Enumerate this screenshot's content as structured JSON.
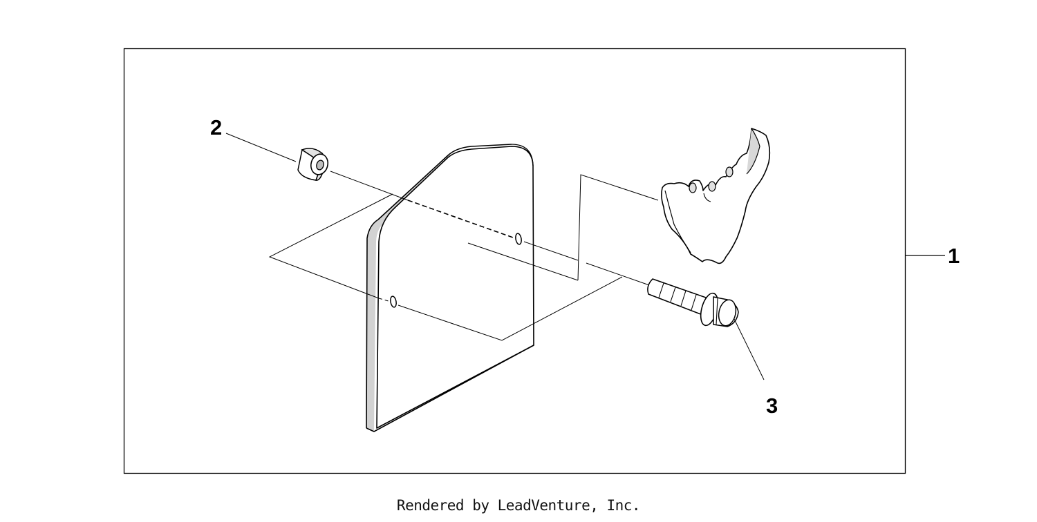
{
  "diagram": {
    "callouts": [
      {
        "id": "1",
        "label": "1"
      },
      {
        "id": "2",
        "label": "2"
      },
      {
        "id": "3",
        "label": "3"
      }
    ],
    "footer": "Rendered by LeadVenture, Inc.",
    "colors": {
      "ink": "#000000",
      "shade": "#cfcfcf",
      "background": "#ffffff"
    }
  }
}
